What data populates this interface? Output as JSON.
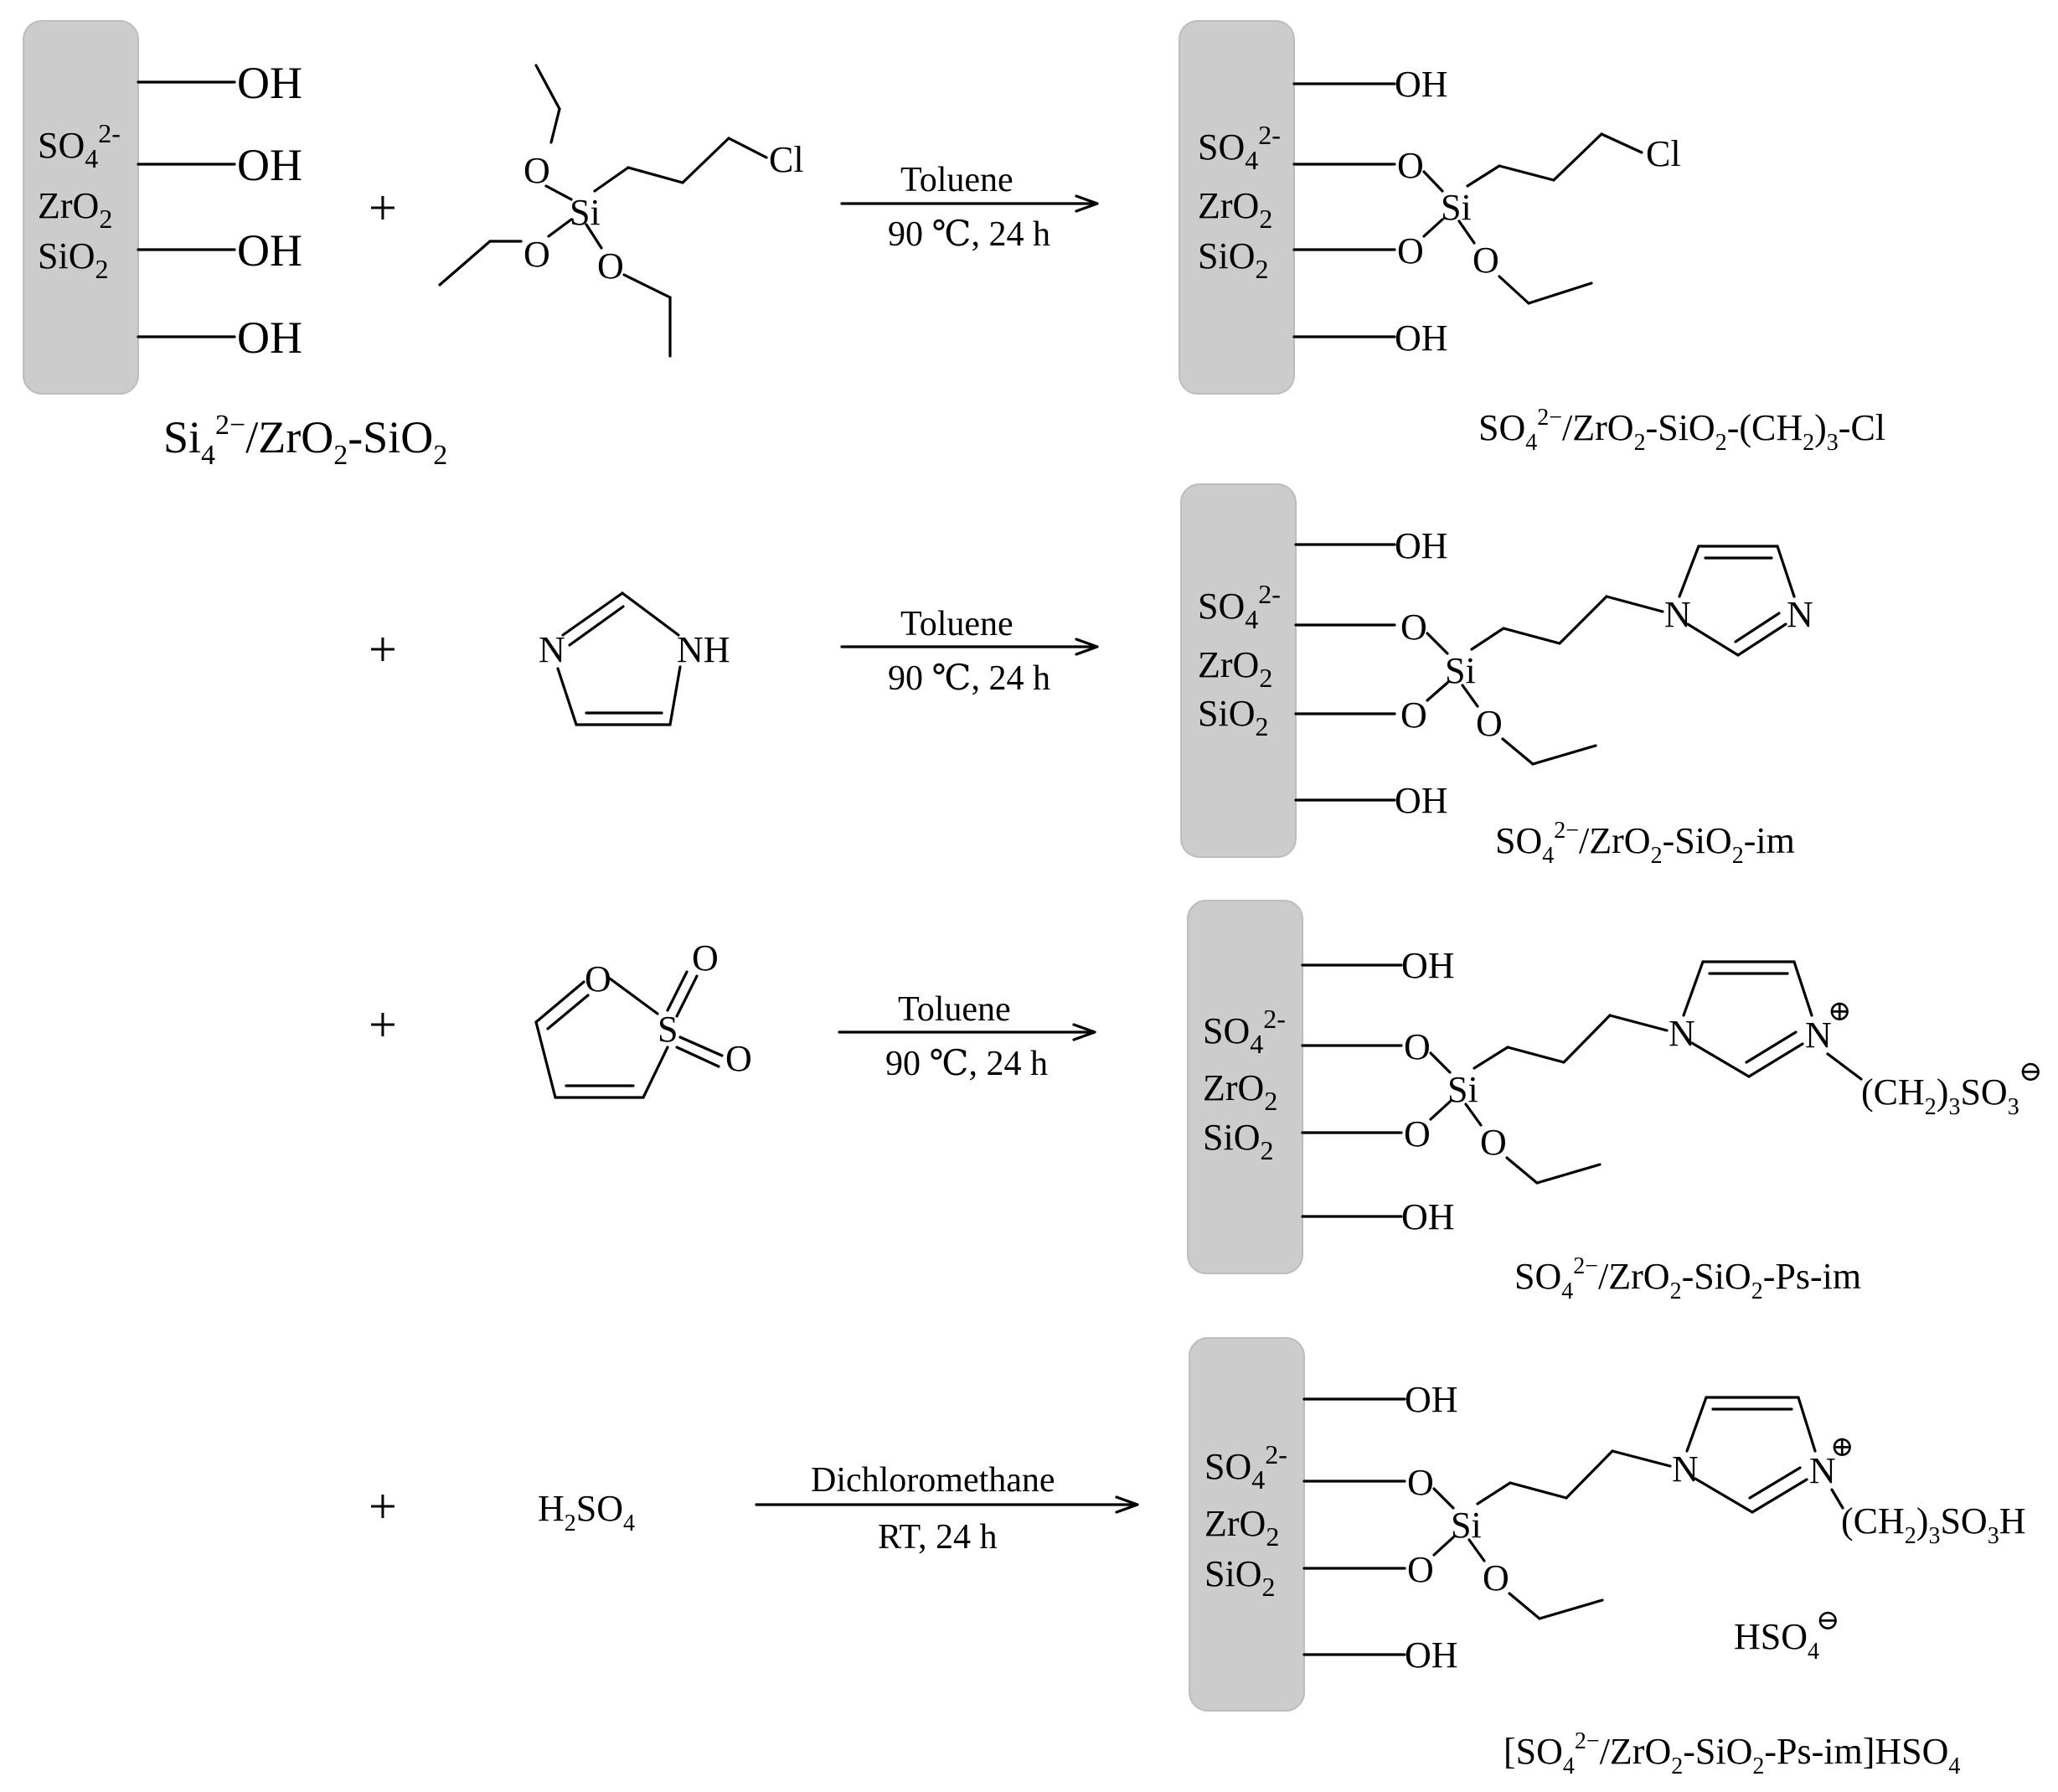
{
  "supports": {
    "line1": "SO",
    "line1_sub": "4",
    "line1_sup": "2-",
    "line2": "ZrO",
    "line2_sub": "2",
    "line3": "SiO",
    "line3_sub": "2"
  },
  "atoms": {
    "oh": "OH",
    "o": "O",
    "si": "Si",
    "cl": "Cl",
    "n": "N",
    "nh": "NH",
    "s": "S",
    "plus": "+",
    "charge_plus": "⊕",
    "charge_minus": "⊖"
  },
  "reagents": {
    "sulfuric": "H",
    "sulfuric_sub1": "2",
    "sulfuric_mid": "SO",
    "sulfuric_sub2": "4"
  },
  "conditions": [
    {
      "solvent": "Toluene",
      "detail": "90 ℃, 24 h"
    },
    {
      "solvent": "Toluene",
      "detail": "90 ℃, 24 h"
    },
    {
      "solvent": "Toluene",
      "detail": "90 ℃, 24 h"
    },
    {
      "solvent": "Dichloromethane",
      "detail": "RT, 24 h"
    }
  ],
  "labels": {
    "start": {
      "p1": "Si",
      "p1_sub": "4",
      "p1_sup": "2−",
      "p2": "/ZrO",
      "p2_sub": "2",
      "p3": "-SiO",
      "p3_sub": "2"
    },
    "p1": {
      "a": "SO",
      "a_sub": "4",
      "a_sup": "2−",
      "b": "/ZrO",
      "b_sub": "2",
      "c": "-SiO",
      "c_sub": "2",
      "d": "-(CH",
      "d_sub": "2",
      "e": ")",
      "e_sub": "3",
      "f": "-Cl"
    },
    "p2": {
      "a": "SO",
      "a_sub": "4",
      "a_sup": "2−",
      "b": "/ZrO",
      "b_sub": "2",
      "c": "-SiO",
      "c_sub": "2",
      "d": "-im"
    },
    "p3": {
      "a": "SO",
      "a_sub": "4",
      "a_sup": "2−",
      "b": "/ZrO",
      "b_sub": "2",
      "c": "-SiO",
      "c_sub": "2",
      "d": "-Ps-im"
    },
    "p4": {
      "pre": "[",
      "a": "SO",
      "a_sub": "4",
      "a_sup": "2−",
      "b": "/ZrO",
      "b_sub": "2",
      "c": "-SiO",
      "c_sub": "2",
      "d": "-Ps-im]HSO",
      "d_sub": "4"
    }
  },
  "substituents": {
    "sulfonate": {
      "a": "(CH",
      "a_sub": "2",
      "b": ")",
      "b_sub": "3",
      "c": "SO",
      "c_sub": "3"
    },
    "sulfonic": {
      "a": "(CH",
      "a_sub": "2",
      "b": ")",
      "b_sub": "3",
      "c": "SO",
      "c_sub": "3",
      "d": "H"
    },
    "bisulfate": {
      "a": "HSO",
      "a_sub": "4"
    }
  }
}
